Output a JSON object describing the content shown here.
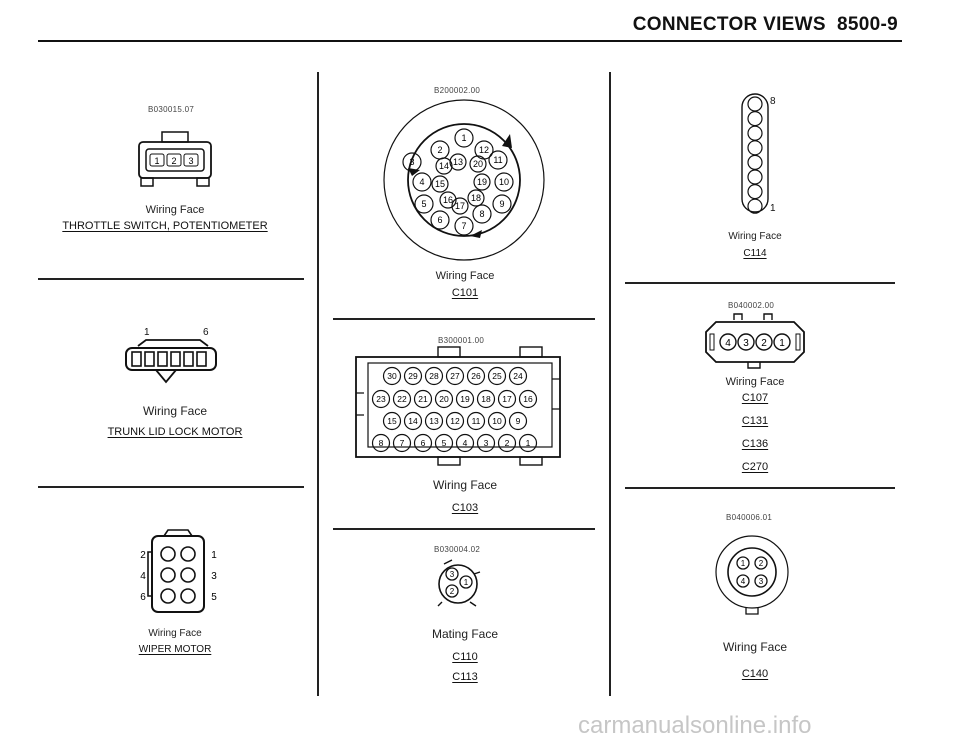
{
  "header": {
    "title": "CONNECTOR VIEWS",
    "page": "8500-9"
  },
  "throttle": {
    "code": "B030015.07",
    "pins": [
      "1",
      "2",
      "3"
    ],
    "face": "Wiring Face",
    "name": "THROTTLE SWITCH, POTENTIOMETER"
  },
  "trunk": {
    "pin_left": "1",
    "pin_right": "6",
    "face": "Wiring Face",
    "name": "TRUNK LID LOCK MOTOR"
  },
  "wiper": {
    "pins": [
      "1",
      "2",
      "3",
      "4",
      "5",
      "6"
    ],
    "face": "Wiring Face",
    "name": "WIPER MOTOR"
  },
  "c101": {
    "code": "B200002.00",
    "pins": [
      "1",
      "2",
      "3",
      "4",
      "5",
      "6",
      "7",
      "8",
      "9",
      "10",
      "11",
      "12",
      "13",
      "14",
      "15",
      "16",
      "17",
      "18",
      "19",
      "20"
    ],
    "face": "Wiring Face",
    "id": "C101"
  },
  "c103": {
    "code": "B300001.00",
    "row1": [
      "30",
      "29",
      "28",
      "27",
      "26",
      "25",
      "24"
    ],
    "row2": [
      "23",
      "22",
      "21",
      "20",
      "19",
      "18",
      "17",
      "16"
    ],
    "row3": [
      "15",
      "14",
      "13",
      "12",
      "11",
      "10",
      "9"
    ],
    "row4": [
      "8",
      "7",
      "6",
      "5",
      "4",
      "3",
      "2",
      "1"
    ],
    "face": "Wiring Face",
    "id": "C103"
  },
  "c110": {
    "code": "B030004.02",
    "pins": [
      "1",
      "2",
      "3"
    ],
    "face": "Mating Face",
    "ids": [
      "C110",
      "C113"
    ]
  },
  "c114": {
    "pin_top": "8",
    "pin_bottom": "1",
    "face": "Wiring Face",
    "id": "C114"
  },
  "c107": {
    "code": "B040002.00",
    "pins": [
      "4",
      "3",
      "2",
      "1"
    ],
    "face": "Wiring Face",
    "ids": [
      "C107",
      "C131",
      "C136",
      "C270"
    ]
  },
  "c140": {
    "code": "B040006.01",
    "pins": [
      "1",
      "2",
      "3",
      "4"
    ],
    "face": "Wiring Face",
    "id": "C140"
  },
  "watermark": "carmanualsonline.info"
}
